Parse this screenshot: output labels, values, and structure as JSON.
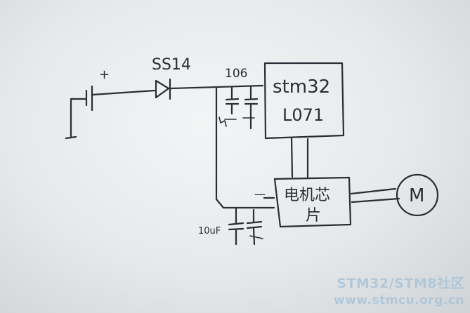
{
  "diagram": {
    "labels": {
      "plus": "+",
      "diode": "SS14",
      "cap_value": "106",
      "mcu_line1": "stm32",
      "mcu_line2": "L071",
      "driver_line1": "电机芯",
      "driver_line2": "片",
      "motor": "M",
      "cap_value_bottom": "10uF",
      "minus": "—"
    }
  },
  "watermark": {
    "line1": "STM32/STM8社区",
    "line2": "www.stmcu.org.cn"
  },
  "colors": {
    "ink": "#2a2d33",
    "watermark": "#a9c4d8"
  }
}
